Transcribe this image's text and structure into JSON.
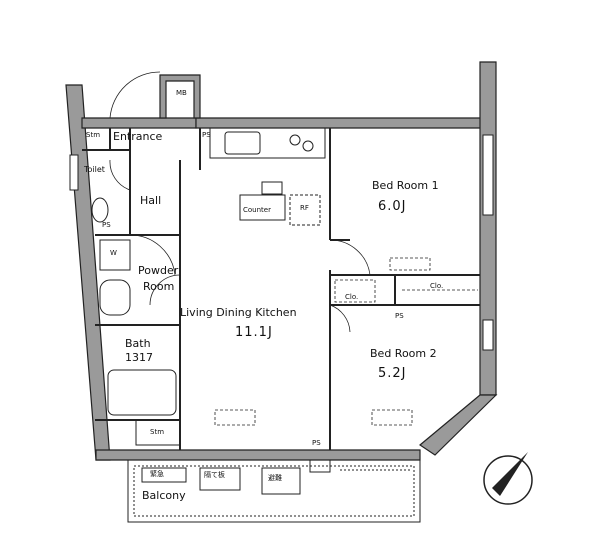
{
  "rooms": {
    "entrance": "Entrance",
    "storage": "Stm",
    "toilet": "Toilet",
    "hall": "Hall",
    "powder_room_line1": "Powder",
    "powder_room_line2": "Room",
    "bath_line1": "Bath",
    "bath_line2": "1317",
    "storage_bottom": "Stm",
    "ldk_name": "Living Dining Kitchen",
    "ldk_size": "11.1J",
    "bedroom1_name": "Bed Room 1",
    "bedroom1_size": "6.0J",
    "bedroom2_name": "Bed Room 2",
    "bedroom2_size": "5.2J",
    "closet1": "Clo.",
    "closet2": "Clo.",
    "balcony": "Balcony"
  },
  "small_marks": {
    "mb": "MB",
    "ps_top": "PS",
    "ps_hall": "PS",
    "ps_mid": "PS",
    "ps_bottom": "PS",
    "counter": "Counter",
    "rf": "RF",
    "wm": "W",
    "balcony_box1": "緊急",
    "balcony_box2": "隔て板",
    "balcony_box3": "避難"
  }
}
